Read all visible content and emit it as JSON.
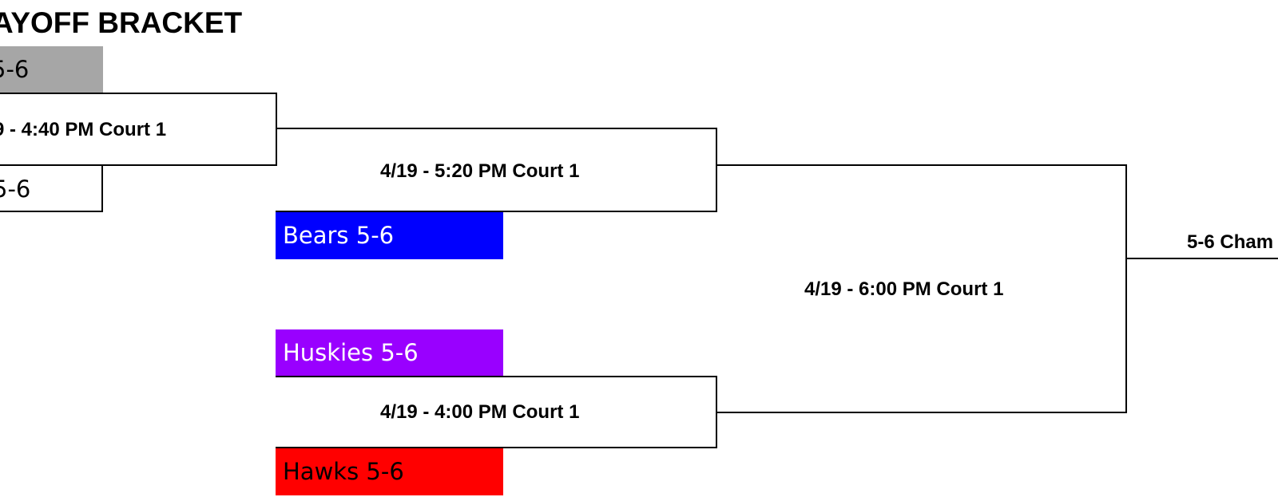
{
  "title": "AYOFF BRACKET",
  "round1": {
    "top_team": {
      "name": "5-6",
      "color": "#a6a6a6",
      "text_color": "#000000"
    },
    "top_match": "9 - 4:40 PM Court 1",
    "bottom_team": {
      "name": "5-6",
      "color": "#ffffff",
      "text_color": "#000000"
    }
  },
  "round2": {
    "upper_match": "4/19 - 5:20 PM Court 1",
    "bears": {
      "name": "Bears 5-6",
      "color": "#0000ff",
      "text_color": "#ffffff"
    },
    "huskies": {
      "name": "Huskies 5-6",
      "color": "#9900ff",
      "text_color": "#ffffff"
    },
    "lower_match": "4/19 - 4:00 PM Court 1",
    "hawks": {
      "name": "Hawks 5-6",
      "color": "#ff0000",
      "text_color": "#000000"
    }
  },
  "semifinal": {
    "match": "4/19 - 6:00 PM Court 1"
  },
  "final": {
    "label": "5-6 Cham"
  }
}
